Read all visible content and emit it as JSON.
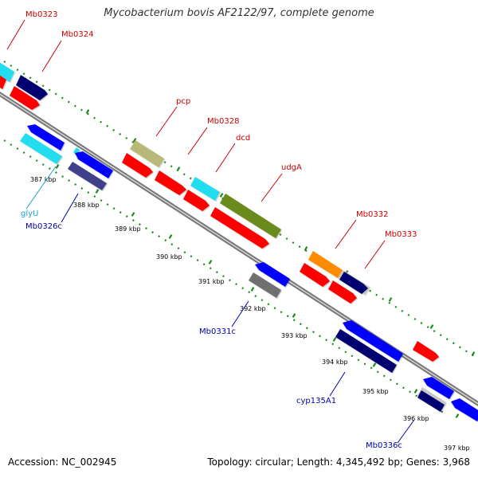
{
  "title": "Mycobacterium bovis AF2122/97, complete genome",
  "accession": "Accession: NC_002945",
  "topology": "Topology: circular; Length: 4,345,492 bp; Genes: 3,968",
  "colors": {
    "backbone": "#8a8a8a",
    "dots": "#1a8a1a",
    "forward_label": "#cc0000",
    "reverse_label": "#0000aa",
    "rna_label": "#1aa0d0",
    "cds_red": "#ff0000",
    "navy": "#000070",
    "blue": "#0000ff",
    "cyan": "#22ddee",
    "olive_light": "#b8b878",
    "olive_dark": "#6a8a1a",
    "orange": "#ff8c00",
    "gray": "#707070",
    "silver": "#c8c8c8",
    "purple": "#40408a"
  },
  "ticks": [
    "387 kbp",
    "388 kbp",
    "389 kbp",
    "390 kbp",
    "391 kbp",
    "392 kbp",
    "393 kbp",
    "394 kbp",
    "395 kbp",
    "396 kbp",
    "397 kbp"
  ],
  "forward_labels": [
    "Mb0323",
    "Mb0324",
    "pcp",
    "Mb0328",
    "dcd",
    "udgA",
    "Mb0332",
    "Mb0333"
  ],
  "reverse_labels": [
    "glyU",
    "Mb0326c",
    "Mb0331c",
    "cyp135A1",
    "Mb0336c"
  ]
}
